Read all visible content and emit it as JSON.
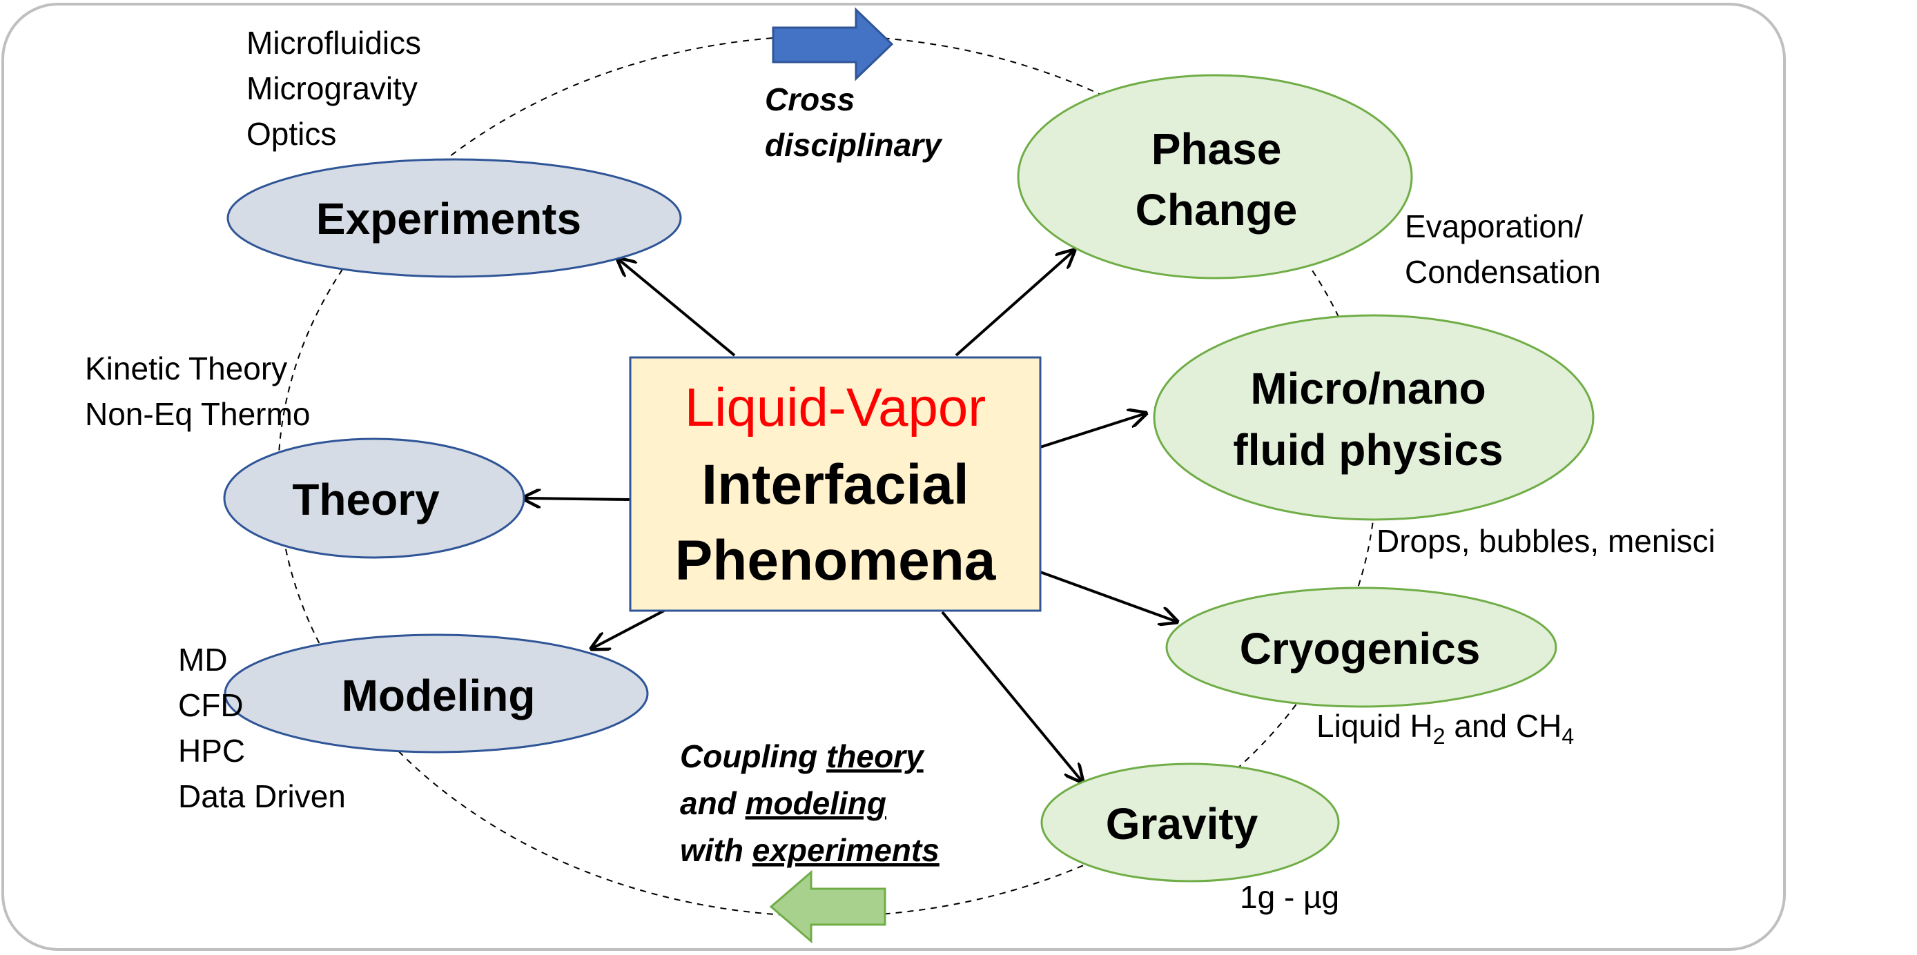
{
  "center": {
    "line1": "Liquid-Vapor",
    "line2": "Interfacial",
    "line3": "Phenomena"
  },
  "nodes": {
    "experiments": "Experiments",
    "theory": "Theory",
    "modeling": "Modeling",
    "phase_change": [
      "Phase",
      "Change"
    ],
    "micro_nano": [
      "Micro/nano",
      "fluid physics"
    ],
    "cryogenics": "Cryogenics",
    "gravity": "Gravity"
  },
  "annotations": {
    "experiments": [
      "Microfluidics",
      "Microgravity",
      "Optics"
    ],
    "theory": [
      "Kinetic Theory",
      "Non-Eq Thermo"
    ],
    "modeling": [
      "MD",
      "CFD",
      "HPC",
      "Data Driven"
    ],
    "phase_change": [
      "Evaporation/",
      "Condensation"
    ],
    "micro_nano": "Drops, bubbles, menisci",
    "cryogenics": {
      "prefix": "Liquid H",
      "sub1": "2",
      "middle": " and CH",
      "sub2": "4"
    },
    "gravity": "1g - µg"
  },
  "notes": {
    "cross": [
      "Cross",
      "disciplinary"
    ],
    "coupling": {
      "line1_a": "Coupling ",
      "line1_b": "theory",
      "line2_a": "and ",
      "line2_b": "modeling",
      "line3_a": "with ",
      "line3_b": "experiments"
    }
  },
  "colors": {
    "center_fill": "#fff2cc",
    "center_stroke": "#2f5597",
    "left_fill": "#d6dce5",
    "left_stroke": "#2f5597",
    "right_fill": "#e2f0d9",
    "right_stroke": "#70ad47",
    "blue_arrow": "#4472c4",
    "green_arrow": "#a9d18e",
    "title_red": "#ff0000"
  }
}
